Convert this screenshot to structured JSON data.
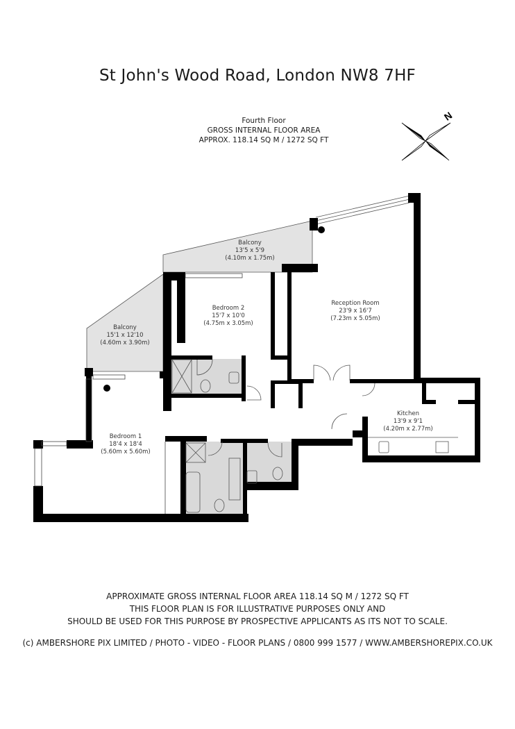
{
  "header": {
    "title": "St John's Wood Road, London NW8 7HF"
  },
  "floor_info": {
    "floor_name": "Fourth Floor",
    "area_heading": "GROSS INTERNAL FLOOR AREA",
    "area_value": "APPROX. 118.14 SQ M / 1272 SQ FT"
  },
  "compass": {
    "icon": "north-compass-icon",
    "label": "N"
  },
  "rooms": {
    "balcony_top": {
      "name": "Balcony",
      "imperial": "13'5 x 5'9",
      "metric": "(4.10m x 1.75m)"
    },
    "balcony_left": {
      "name": "Balcony",
      "imperial": "15'1 x 12'10",
      "metric": "(4.60m x 3.90m)"
    },
    "bedroom_2": {
      "name": "Bedroom 2",
      "imperial": "15'7 x 10'0",
      "metric": "(4.75m x 3.05m)"
    },
    "reception": {
      "name": "Reception Room",
      "imperial": "23'9 x 16'7",
      "metric": "(7.23m x 5.05m)"
    },
    "kitchen": {
      "name": "Kitchen",
      "imperial": "13'9 x 9'1",
      "metric": "(4.20m x 2.77m)"
    },
    "bedroom_1": {
      "name": "Bedroom 1",
      "imperial": "18'4 x 18'4",
      "metric": "(5.60m x 5.60m)"
    }
  },
  "disclaimer": {
    "line1": "APPROXIMATE GROSS INTERNAL FLOOR AREA 118.14 SQ M / 1272 SQ FT",
    "line2": "THIS FLOOR PLAN IS FOR ILLUSTRATIVE PURPOSES ONLY AND",
    "line3": "SHOULD BE USED FOR THIS PURPOSE BY PROSPECTIVE APPLICANTS AS ITS NOT TO SCALE."
  },
  "footer": {
    "credit": "(c) AMBERSHORE PIX LIMITED / PHOTO - VIDEO - FLOOR PLANS / 0800 999 1577 / WWW.AMBERSHOREPIX.CO.UK"
  },
  "colors": {
    "wall": "#000000",
    "balcony_fill": "#e3e3e3",
    "wet_room_fill": "#d9d9d9",
    "text": "#1a1a1a"
  }
}
